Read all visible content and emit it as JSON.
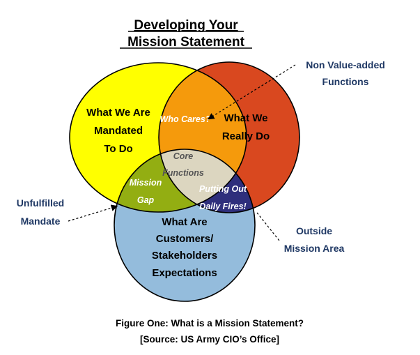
{
  "title": {
    "line1": "Developing Your",
    "line2": "Mission Statement"
  },
  "regions": {
    "mandated": [
      "What We Are",
      "Mandated",
      "To Do"
    ],
    "really_do": [
      "What We",
      "Really Do"
    ],
    "customers": [
      "What Are",
      "Customers/",
      "Stakeholders",
      "Expectations"
    ],
    "who_cares": "Who Cares?",
    "core_functions": [
      "Core",
      "Functions"
    ],
    "mission_gap": [
      "Mission",
      "Gap"
    ],
    "putting_out_fires": [
      "Putting Out",
      "Daily Fires!"
    ]
  },
  "callouts": {
    "non_value_added": [
      "Non Value-added",
      "Functions"
    ],
    "unfulfilled_mandate": [
      "Unfulfilled",
      "Mandate"
    ],
    "outside_mission_area": [
      "Outside",
      "Mission Area"
    ]
  },
  "caption": {
    "line1": "Figure One: What is a Mission Statement?",
    "line2": "[Source: US Army CIO’s Office]"
  },
  "colors": {
    "yellow": "#FFFF00",
    "red_orange": "#D9481F",
    "light_blue": "#94BCDC",
    "orange": "#F59A0C",
    "olive_green": "#93AE12",
    "navy": "#2F2F7C",
    "core_beige": "#DCD6C0",
    "callout_text": "#1F3864"
  }
}
